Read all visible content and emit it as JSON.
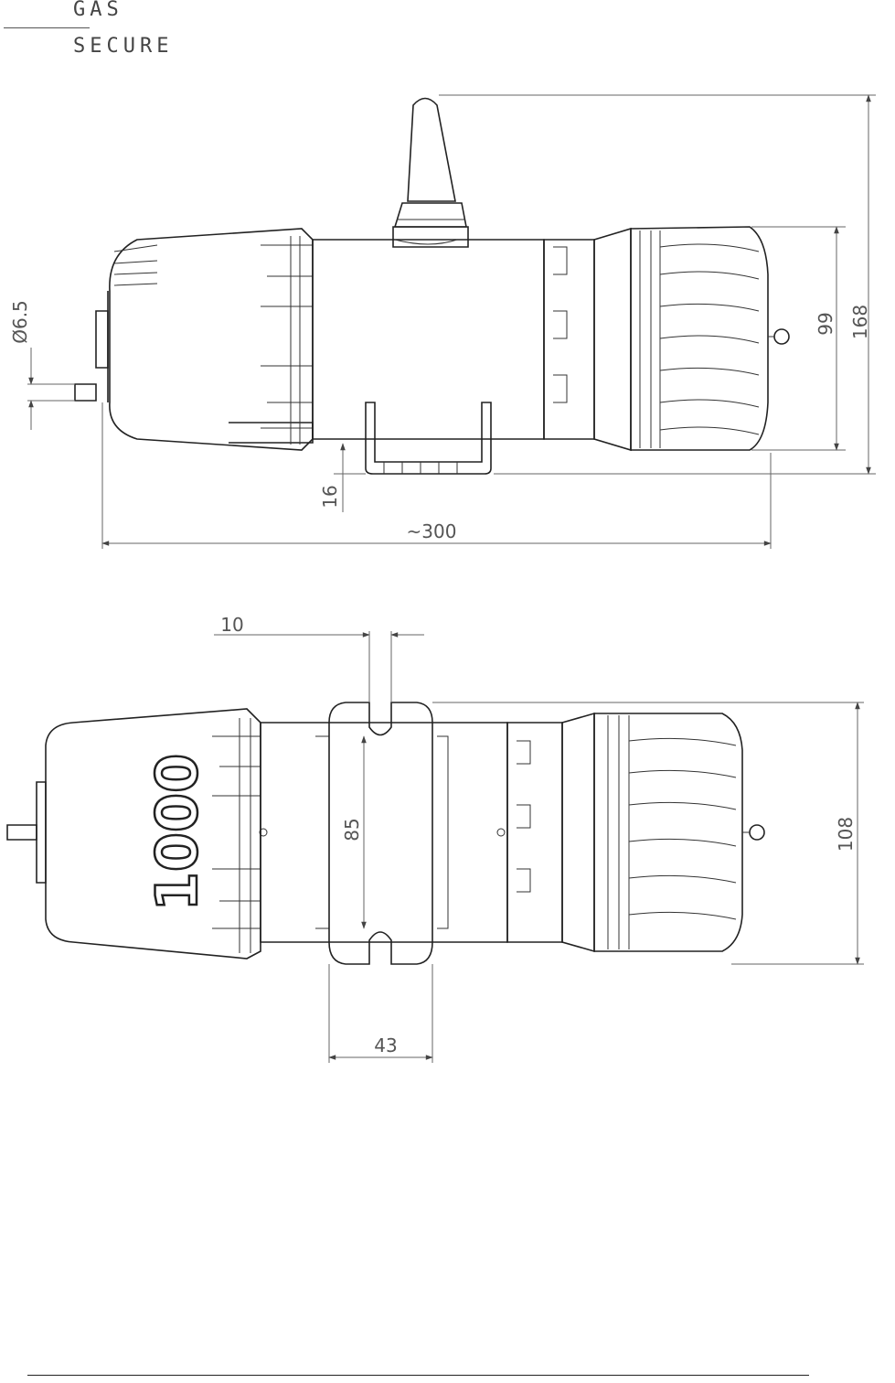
{
  "logo": {
    "line1": "GAS",
    "line2": "SECURE"
  },
  "side_view": {
    "dims": {
      "connector_diameter": "6.5",
      "connector_diameter_symbol": "Ø",
      "overall_height": "168",
      "head_height": "99",
      "bracket_offset": "16",
      "overall_length": "~300"
    }
  },
  "top_view": {
    "dims": {
      "slot_width": "10",
      "slot_spacing": "85",
      "overall_width": "108",
      "bracket_width": "43"
    },
    "body_marking": "1000"
  }
}
